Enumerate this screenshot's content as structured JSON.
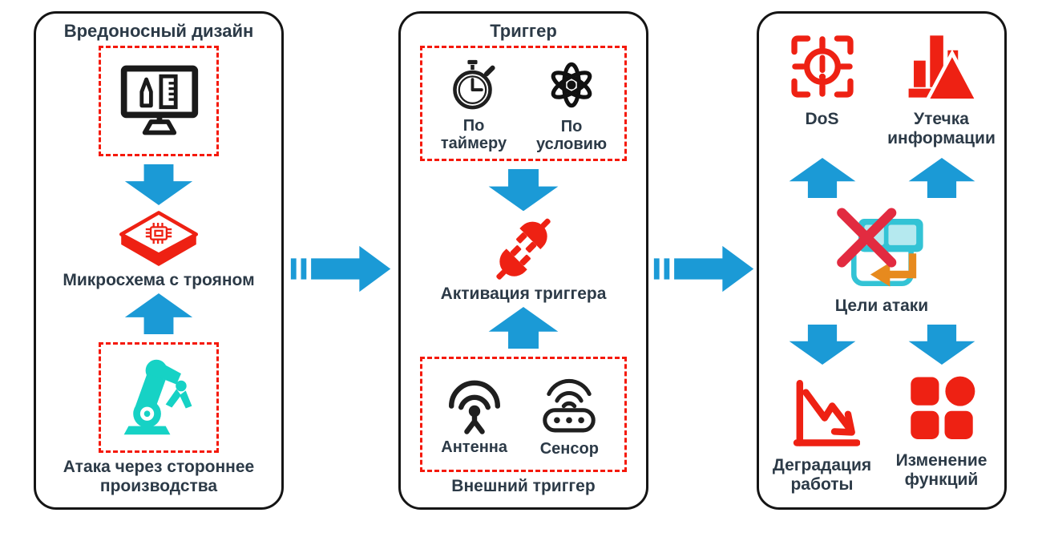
{
  "diagram": {
    "panels": {
      "design": {
        "title": "Вредоносный дизайн",
        "chip_label": "Микросхема с трояном",
        "fab_label": "Атака через стороннее производства"
      },
      "trigger": {
        "title": "Триггер",
        "timer_label": "По таймеру",
        "condition_label": "По условию",
        "activation_label": "Активация триггера",
        "antenna_label": "Антенна",
        "sensor_label": "Сенсор",
        "external_label": "Внешний триггер"
      },
      "targets": {
        "dos_label": "DoS",
        "leak_label": "Утечка информации",
        "center_label": "Цели атаки",
        "degradation_label": "Деградация работы",
        "functions_label": "Изменение функций"
      }
    },
    "icons": {
      "design_panel": [
        "design-monitor-icon",
        "trojan-chip-icon",
        "robot-arm-icon"
      ],
      "trigger_panel": [
        "stopwatch-icon",
        "atom-icon",
        "plug-connection-icon",
        "antenna-icon",
        "sensor-icon"
      ],
      "targets_panel": [
        "dos-crosshair-icon",
        "data-leak-chart-icon",
        "blocked-system-icon",
        "degradation-chart-icon",
        "function-change-icon"
      ],
      "flow": [
        "down-arrow",
        "up-arrow",
        "right-connector-arrow"
      ]
    },
    "colors": {
      "arrow_blue": "#1b9ad6",
      "icon_red": "#ee2113",
      "dashed_border_red": "#f5190a",
      "robot_teal": "#16d2c5",
      "system_teal": "#33c3d5",
      "system_teal_light": "#b5e9ef",
      "cross_red": "#e22b40",
      "undo_orange": "#e78a1e",
      "text_dark": "#2c3a47",
      "black_icon": "#1a1a1a",
      "panel_border": "#151515"
    }
  }
}
